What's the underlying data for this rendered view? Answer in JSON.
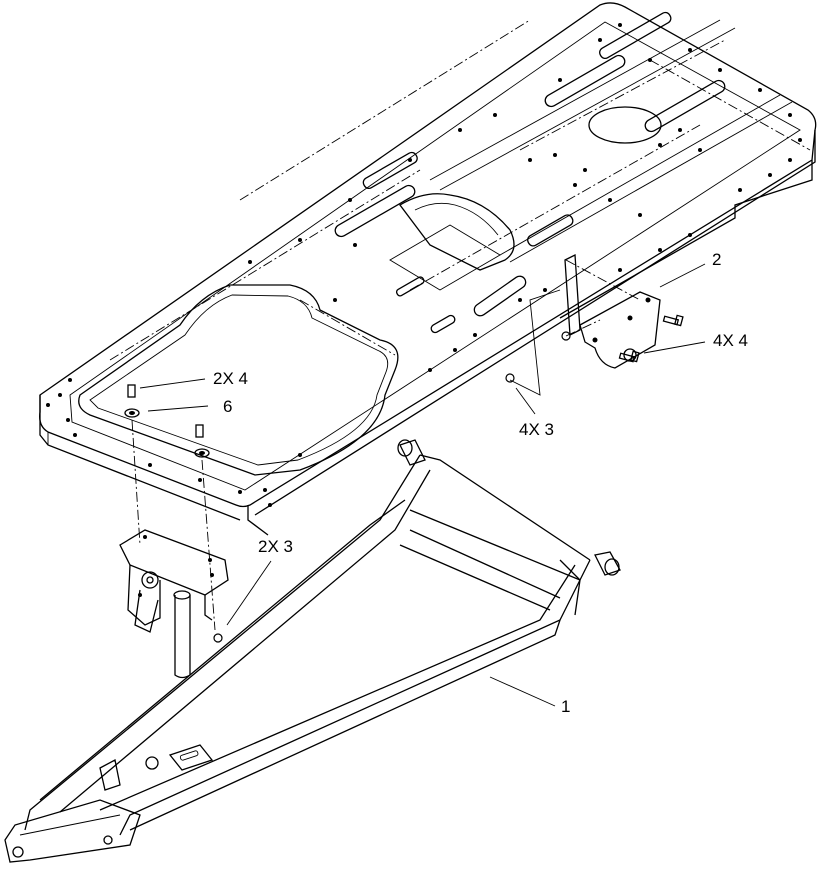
{
  "callouts": {
    "c1": "1",
    "c2": "2",
    "c4x4": "4X 4",
    "c4x3": "4X 3",
    "c2x4": "2X 4",
    "c6": "6",
    "c2x3": "2X 3"
  }
}
